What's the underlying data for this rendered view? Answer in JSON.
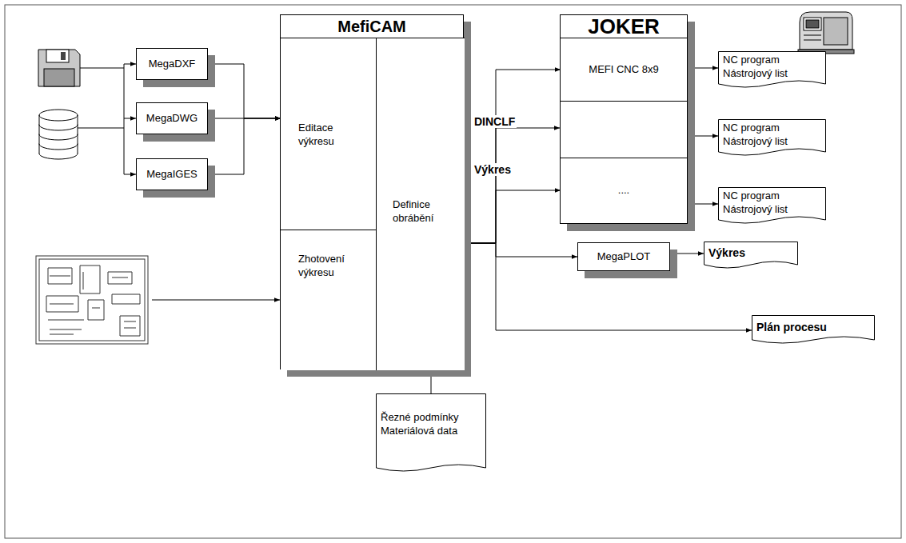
{
  "diagram": {
    "nodes": [
      {
        "text": [
          "MefiCAM"
        ]
      },
      {
        "text": [
          "Editace výkresu"
        ],
        "in": 0
      },
      {
        "text": [
          "Zhotovení výkresu"
        ],
        "in": 0
      },
      {
        "text": [
          "Definice obrábění"
        ],
        "in": 0
      },
      {
        "text": [
          "MegaDXF"
        ]
      },
      {
        "text": [
          "MegaDWG"
        ]
      },
      {
        "text": [
          "MegaIGES"
        ]
      },
      {
        "text": [
          "JOKER"
        ]
      },
      {
        "text": [
          "MEFI CNC 8x9"
        ],
        "in": 7
      },
      {
        "text": [
          "...."
        ],
        "in": 7
      },
      {
        "text": [
          "NC program",
          "Nástrojový list"
        ]
      },
      {
        "text": [
          "NC program",
          "Nástrojový list"
        ]
      },
      {
        "text": [
          "NC program",
          "Nástrojový list"
        ]
      },
      {
        "text": [
          "MegaPLOT"
        ]
      },
      {
        "text": [
          "Výkres"
        ]
      },
      {
        "text": [
          "Plán procesu"
        ]
      },
      {
        "text": [
          "Řezné podmínky",
          "Materiálová data"
        ]
      }
    ],
    "edges": [
      {
        "from": 4,
        "to": 1,
        "arrow": "to"
      },
      {
        "from": 5,
        "to": 1,
        "arrow": "to"
      },
      {
        "from": 6,
        "to": 1,
        "arrow": "to"
      },
      {
        "from": 16,
        "to": 3,
        "arrow": "to"
      },
      {
        "from": 3,
        "to": 8,
        "arrow": "to"
      },
      {
        "from": 3,
        "to": 7,
        "arrow": "to"
      },
      {
        "from": 3,
        "to": 9,
        "arrow": "to"
      },
      {
        "from": 3,
        "to": 13,
        "arrow": "to"
      },
      {
        "from": 3,
        "to": 15,
        "arrow": "to"
      },
      {
        "from": 8,
        "to": 10,
        "arrow": "to"
      },
      {
        "from": 7,
        "to": 11,
        "arrow": "to"
      },
      {
        "from": 9,
        "to": 12,
        "arrow": "to"
      },
      {
        "from": 13,
        "to": 14,
        "arrow": "to"
      }
    ],
    "labels": [
      "DINCLF",
      "Výkres"
    ]
  }
}
